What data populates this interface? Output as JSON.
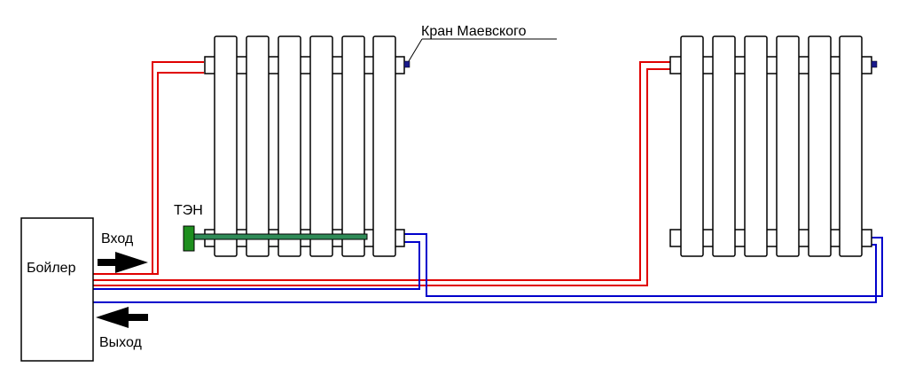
{
  "labels": {
    "boiler": "Бойлер",
    "inlet": "Вход",
    "outlet": "Выход",
    "heater": "ТЭН",
    "valve": "Кран Маевского"
  },
  "colors": {
    "supply": "#e00000",
    "return": "#0000cc",
    "heater_body": "#2f8b57",
    "heater_cap": "#1e8f1e",
    "valve": "#1a1a8c",
    "outline": "#000000"
  },
  "radiators": [
    {
      "sections": 6,
      "has_heater": true,
      "valve_label_shown": true
    },
    {
      "sections": 6,
      "has_heater": false,
      "valve_label_shown": false
    }
  ]
}
